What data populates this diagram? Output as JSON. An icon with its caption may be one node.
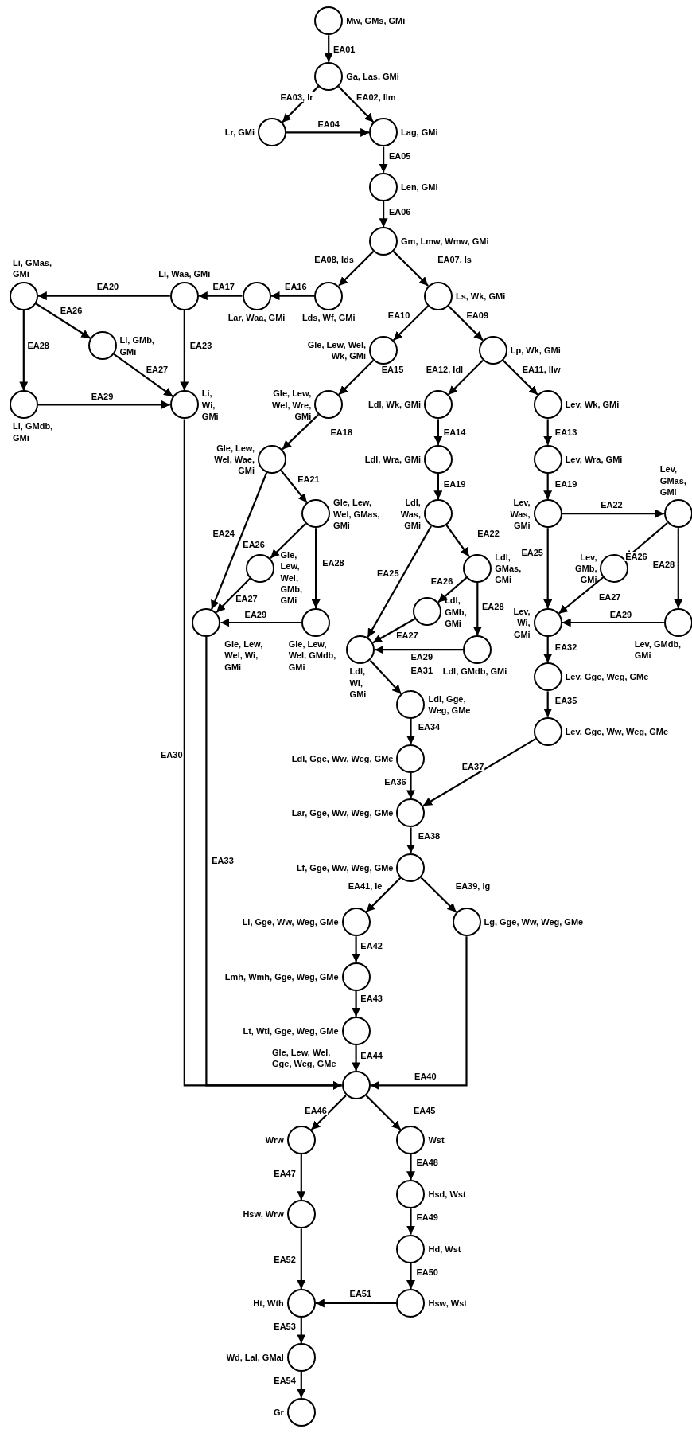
{
  "diagram": {
    "nodes": [
      {
        "text": [],
        "shape": "circle",
        "beside": [
          "Mw, GMs, GMi"
        ]
      },
      {
        "text": [],
        "shape": "circle",
        "beside": [
          "Ga, Las, GMi"
        ]
      },
      {
        "text": [],
        "shape": "circle",
        "beside": [
          "Lr, GMi"
        ]
      },
      {
        "text": [],
        "shape": "circle",
        "beside": [
          "Lag, GMi"
        ]
      },
      {
        "text": [],
        "shape": "circle",
        "beside": [
          "Len, GMi"
        ]
      },
      {
        "text": [],
        "shape": "circle",
        "beside": [
          "Gm, Lmw, Wmw, GMi"
        ]
      },
      {
        "text": [],
        "shape": "circle",
        "beside": [
          "Lds, Wf, GMi"
        ]
      },
      {
        "text": [],
        "shape": "circle",
        "beside": [
          "Ls, Wk, GMi"
        ]
      },
      {
        "text": [],
        "shape": "circle",
        "beside": [
          "Lar, Waa, GMi"
        ]
      },
      {
        "text": [],
        "shape": "circle",
        "beside": [
          "Li, Waa, GMi"
        ]
      },
      {
        "text": [],
        "shape": "circle",
        "beside": [
          "Li, GMas, GMi"
        ]
      },
      {
        "text": [],
        "shape": "circle",
        "beside": [
          "Li, GMb, GMi"
        ]
      },
      {
        "text": [],
        "shape": "circle",
        "beside": [
          "Li, GMdb, GMi"
        ]
      },
      {
        "text": [],
        "shape": "circle",
        "beside": [
          "Li, Wi, GMi"
        ]
      },
      {
        "text": [],
        "shape": "circle",
        "beside": [
          "Gle, Lew, Wel, Wk, GMi"
        ]
      },
      {
        "text": [],
        "shape": "circle",
        "beside": [
          "Lp, Wk, GMi"
        ]
      },
      {
        "text": [],
        "shape": "circle",
        "beside": [
          "Gle, Lew, Wel, Wre, GMi"
        ]
      },
      {
        "text": [],
        "shape": "circle",
        "beside": [
          "Ldl, Wk, GMi"
        ]
      },
      {
        "text": [],
        "shape": "circle",
        "beside": [
          "Lev, Wk, GMi"
        ]
      },
      {
        "text": [],
        "shape": "circle",
        "beside": [
          "Gle, Lew, Wel, Wae, GMi"
        ]
      },
      {
        "text": [],
        "shape": "circle",
        "beside": [
          "Ldl, Wra, GMi"
        ]
      },
      {
        "text": [],
        "shape": "circle",
        "beside": [
          "Lev, Wra, GMi"
        ]
      },
      {
        "text": [],
        "shape": "circle",
        "beside": [
          "Gle, Lew, Wel, GMas, GMi"
        ]
      },
      {
        "text": [],
        "shape": "circle",
        "beside": [
          "Ldl, Was, GMi"
        ]
      },
      {
        "text": [],
        "shape": "circle",
        "beside": [
          "Lev, Was, GMi"
        ]
      },
      {
        "text": [],
        "shape": "circle",
        "beside": [
          "Lev, GMas, GMi"
        ]
      },
      {
        "text": [],
        "shape": "circle",
        "beside": [
          "Gle, Lew, Wel, GMb, GMi"
        ]
      },
      {
        "text": [],
        "shape": "circle",
        "beside": [
          "Ldl, GMas, GMi"
        ]
      },
      {
        "text": [],
        "shape": "circle",
        "beside": [
          "Lev, GMb, GMi"
        ]
      },
      {
        "text": [],
        "shape": "circle",
        "beside": [
          "Gle, Lew, Wel, Wi, GMi"
        ]
      },
      {
        "text": [],
        "shape": "circle",
        "beside": [
          "Gle, Lew, Wel, GMdb, GMi"
        ]
      },
      {
        "text": [],
        "shape": "circle",
        "beside": [
          "Ldl, GMb, GMi"
        ]
      },
      {
        "text": [],
        "shape": "circle",
        "beside": [
          "Lev, Wi, GMi"
        ]
      },
      {
        "text": [],
        "shape": "circle",
        "beside": [
          "Lev, GMdb, GMi"
        ]
      },
      {
        "text": [],
        "shape": "circle",
        "beside": [
          "Ldl, Wi, GMi"
        ]
      },
      {
        "text": [],
        "shape": "circle",
        "beside": [
          "Ldl, GMdb, GMi"
        ]
      },
      {
        "text": [],
        "shape": "circle",
        "beside": [
          "Lev, Gge, Weg, GMe"
        ]
      },
      {
        "text": [],
        "shape": "circle",
        "beside": [
          "Ldl, Gge, Weg, GMe"
        ]
      },
      {
        "text": [],
        "shape": "circle",
        "beside": [
          "Lev, Gge, Ww, Weg, GMe"
        ]
      },
      {
        "text": [],
        "shape": "circle",
        "beside": [
          "Ldl, Gge, Ww, Weg, GMe"
        ]
      },
      {
        "text": [],
        "shape": "circle",
        "beside": [
          "Lar, Gge, Ww, Weg, GMe"
        ]
      },
      {
        "text": [],
        "shape": "circle",
        "beside": [
          "Lf, Gge, Ww, Weg, GMe"
        ]
      },
      {
        "text": [],
        "shape": "circle",
        "beside": [
          "Li, Gge, Ww, Weg, GMe"
        ]
      },
      {
        "text": [],
        "shape": "circle",
        "beside": [
          "Lg, Gge, Ww, Weg, GMe"
        ]
      },
      {
        "text": [],
        "shape": "circle",
        "beside": [
          "Lmh, Wmh, Gge, Weg, GMe"
        ]
      },
      {
        "text": [],
        "shape": "circle",
        "beside": [
          "Lt, Wtl, Gge, Weg, GMe"
        ]
      },
      {
        "text": [],
        "shape": "circle",
        "beside": [
          "Gle, Lew, Wel, Gge, Weg, GMe"
        ]
      },
      {
        "text": [],
        "shape": "circle",
        "beside": [
          "Wrw"
        ]
      },
      {
        "text": [],
        "shape": "circle",
        "beside": [
          "Wst"
        ]
      },
      {
        "text": [],
        "shape": "circle",
        "beside": [
          "Hsd, Wst"
        ]
      },
      {
        "text": [],
        "shape": "circle",
        "beside": [
          "Hsw, Wrw"
        ]
      },
      {
        "text": [],
        "shape": "circle",
        "beside": [
          "Hd, Wst"
        ]
      },
      {
        "text": [],
        "shape": "circle",
        "beside": [
          "Ht, Wth"
        ]
      },
      {
        "text": [],
        "shape": "circle",
        "beside": [
          "Hsw, Wst"
        ]
      },
      {
        "text": [],
        "shape": "circle",
        "beside": [
          "Wd, Lal, GMal"
        ]
      },
      {
        "text": [],
        "shape": "circle",
        "beside": [
          "Gr"
        ]
      }
    ],
    "edges": [
      {
        "from": 0,
        "to": 1,
        "arrow": "to",
        "label": "EA01"
      },
      {
        "from": 1,
        "to": 3,
        "arrow": "to",
        "label": "EA02, Ilm"
      },
      {
        "from": 1,
        "to": 2,
        "arrow": "to",
        "label": "EA03, Ir"
      },
      {
        "from": 2,
        "to": 3,
        "arrow": "to",
        "label": "EA04"
      },
      {
        "from": 3,
        "to": 4,
        "arrow": "to",
        "label": "EA05"
      },
      {
        "from": 4,
        "to": 5,
        "arrow": "to",
        "label": "EA06"
      },
      {
        "from": 5,
        "to": 7,
        "arrow": "to",
        "label": "EA07, Is"
      },
      {
        "from": 5,
        "to": 6,
        "arrow": "to",
        "label": "EA08, Ids"
      },
      {
        "from": 7,
        "to": 15,
        "arrow": "to",
        "label": "EA09"
      },
      {
        "from": 7,
        "to": 14,
        "arrow": "to",
        "label": "EA10"
      },
      {
        "from": 15,
        "to": 18,
        "arrow": "to",
        "label": "EA11, Ilw"
      },
      {
        "from": 15,
        "to": 17,
        "arrow": "to",
        "label": "EA12, Idl"
      },
      {
        "from": 18,
        "to": 21,
        "arrow": "to",
        "label": "EA13"
      },
      {
        "from": 17,
        "to": 20,
        "arrow": "to",
        "label": "EA14"
      },
      {
        "from": 14,
        "to": 16,
        "arrow": "to",
        "label": "EA15"
      },
      {
        "from": 6,
        "to": 8,
        "arrow": "to",
        "label": "EA16"
      },
      {
        "from": 8,
        "to": 9,
        "arrow": "to",
        "label": "EA17"
      },
      {
        "from": 16,
        "to": 19,
        "arrow": "to",
        "label": "EA18"
      },
      {
        "from": 20,
        "to": 23,
        "arrow": "to",
        "label": "EA19"
      },
      {
        "from": 21,
        "to": 24,
        "arrow": "to",
        "label": "EA19"
      },
      {
        "from": 9,
        "to": 10,
        "arrow": "to",
        "label": "EA20"
      },
      {
        "from": 19,
        "to": 22,
        "arrow": "to",
        "label": "EA21"
      },
      {
        "from": 23,
        "to": 27,
        "arrow": "to",
        "label": "EA22"
      },
      {
        "from": 24,
        "to": 25,
        "arrow": "to",
        "label": "EA22"
      },
      {
        "from": 9,
        "to": 13,
        "arrow": "to",
        "label": "EA23"
      },
      {
        "from": 19,
        "to": 29,
        "arrow": "to",
        "label": "EA24"
      },
      {
        "from": 23,
        "to": 34,
        "arrow": "to",
        "label": "EA25"
      },
      {
        "from": 24,
        "to": 32,
        "arrow": "to",
        "label": "EA25"
      },
      {
        "from": 10,
        "to": 11,
        "arrow": "to",
        "label": "EA26"
      },
      {
        "from": 22,
        "to": 26,
        "arrow": "to",
        "label": "EA26"
      },
      {
        "from": 27,
        "to": 31,
        "arrow": "to",
        "label": "EA26"
      },
      {
        "from": 25,
        "to": 28,
        "arrow": "to",
        "label": "EA26"
      },
      {
        "from": 11,
        "to": 13,
        "arrow": "to",
        "label": "EA27"
      },
      {
        "from": 26,
        "to": 29,
        "arrow": "to",
        "label": "EA27"
      },
      {
        "from": 31,
        "to": 34,
        "arrow": "to",
        "label": "EA27"
      },
      {
        "from": 28,
        "to": 32,
        "arrow": "to",
        "label": "EA27"
      },
      {
        "from": 10,
        "to": 12,
        "arrow": "to",
        "label": "EA28"
      },
      {
        "from": 22,
        "to": 30,
        "arrow": "to",
        "label": "EA28"
      },
      {
        "from": 27,
        "to": 35,
        "arrow": "to",
        "label": "EA28"
      },
      {
        "from": 25,
        "to": 33,
        "arrow": "to",
        "label": "EA28"
      },
      {
        "from": 12,
        "to": 13,
        "arrow": "to",
        "label": "EA29"
      },
      {
        "from": 30,
        "to": 29,
        "arrow": "to",
        "label": "EA29"
      },
      {
        "from": 35,
        "to": 34,
        "arrow": "to",
        "label": "EA29"
      },
      {
        "from": 33,
        "to": 32,
        "arrow": "to",
        "label": "EA29"
      },
      {
        "from": 13,
        "to": 46,
        "arrow": "to",
        "label": "EA30"
      },
      {
        "from": 34,
        "to": 37,
        "arrow": "to",
        "label": "EA31"
      },
      {
        "from": 32,
        "to": 36,
        "arrow": "to",
        "label": "EA32"
      },
      {
        "from": 29,
        "to": 46,
        "arrow": "to",
        "label": "EA33"
      },
      {
        "from": 37,
        "to": 39,
        "arrow": "to",
        "label": "EA34"
      },
      {
        "from": 36,
        "to": 38,
        "arrow": "to",
        "label": "EA35"
      },
      {
        "from": 39,
        "to": 40,
        "arrow": "to",
        "label": "EA36"
      },
      {
        "from": 38,
        "to": 40,
        "arrow": "to",
        "label": "EA37"
      },
      {
        "from": 40,
        "to": 41,
        "arrow": "to",
        "label": "EA38"
      },
      {
        "from": 41,
        "to": 43,
        "arrow": "to",
        "label": "EA39, Ig"
      },
      {
        "from": 43,
        "to": 46,
        "arrow": "to",
        "label": "EA40"
      },
      {
        "from": 41,
        "to": 42,
        "arrow": "to",
        "label": "EA41, Ie"
      },
      {
        "from": 42,
        "to": 44,
        "arrow": "to",
        "label": "EA42"
      },
      {
        "from": 44,
        "to": 45,
        "arrow": "to",
        "label": "EA43"
      },
      {
        "from": 45,
        "to": 46,
        "arrow": "to",
        "label": "EA44"
      },
      {
        "from": 46,
        "to": 48,
        "arrow": "to",
        "label": "EA45"
      },
      {
        "from": 46,
        "to": 47,
        "arrow": "to",
        "label": "EA46"
      },
      {
        "from": 47,
        "to": 50,
        "arrow": "to",
        "label": "EA47"
      },
      {
        "from": 48,
        "to": 49,
        "arrow": "to",
        "label": "EA48"
      },
      {
        "from": 49,
        "to": 51,
        "arrow": "to",
        "label": "EA49"
      },
      {
        "from": 51,
        "to": 53,
        "arrow": "to",
        "label": "EA50"
      },
      {
        "from": 53,
        "to": 52,
        "arrow": "to",
        "label": "EA51"
      },
      {
        "from": 50,
        "to": 52,
        "arrow": "to",
        "label": "EA52"
      },
      {
        "from": 52,
        "to": 54,
        "arrow": "to",
        "label": "EA53"
      },
      {
        "from": 54,
        "to": 55,
        "arrow": "to",
        "label": "EA54"
      }
    ]
  }
}
